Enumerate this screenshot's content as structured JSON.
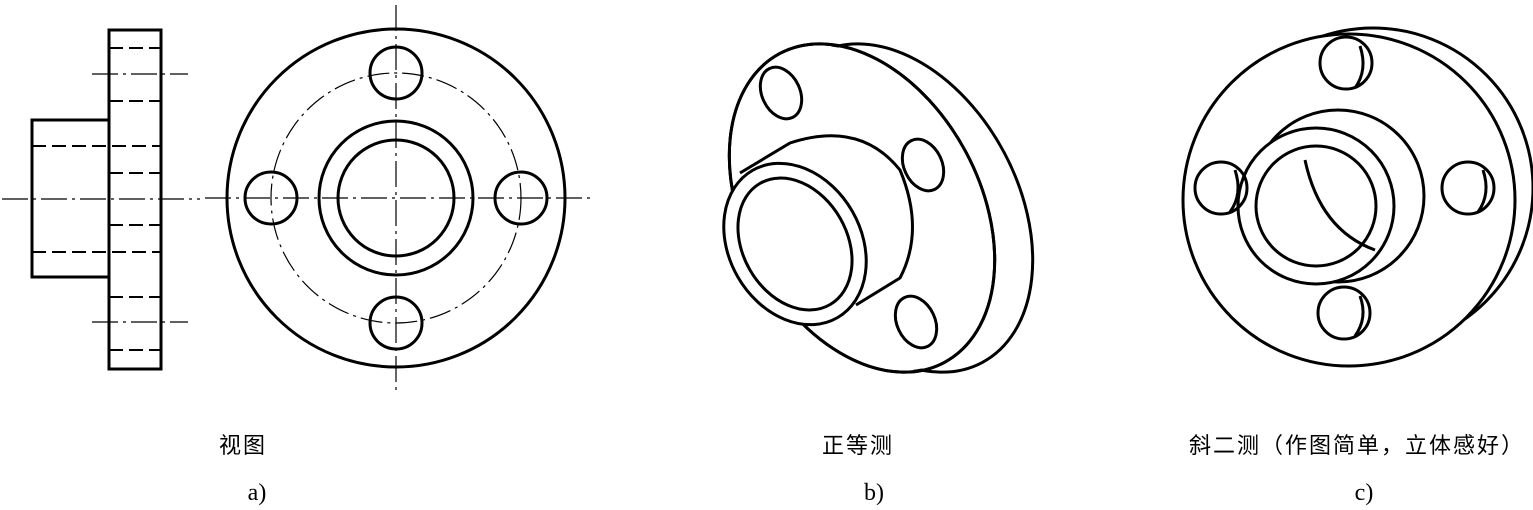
{
  "panels": [
    {
      "id": "a",
      "caption": "视图",
      "label": "a)"
    },
    {
      "id": "b",
      "caption": "正等测",
      "label": "b)"
    },
    {
      "id": "c",
      "caption": "斜二测（作图简单，立体感好）",
      "label": "c)"
    }
  ],
  "line_color": "#000000"
}
